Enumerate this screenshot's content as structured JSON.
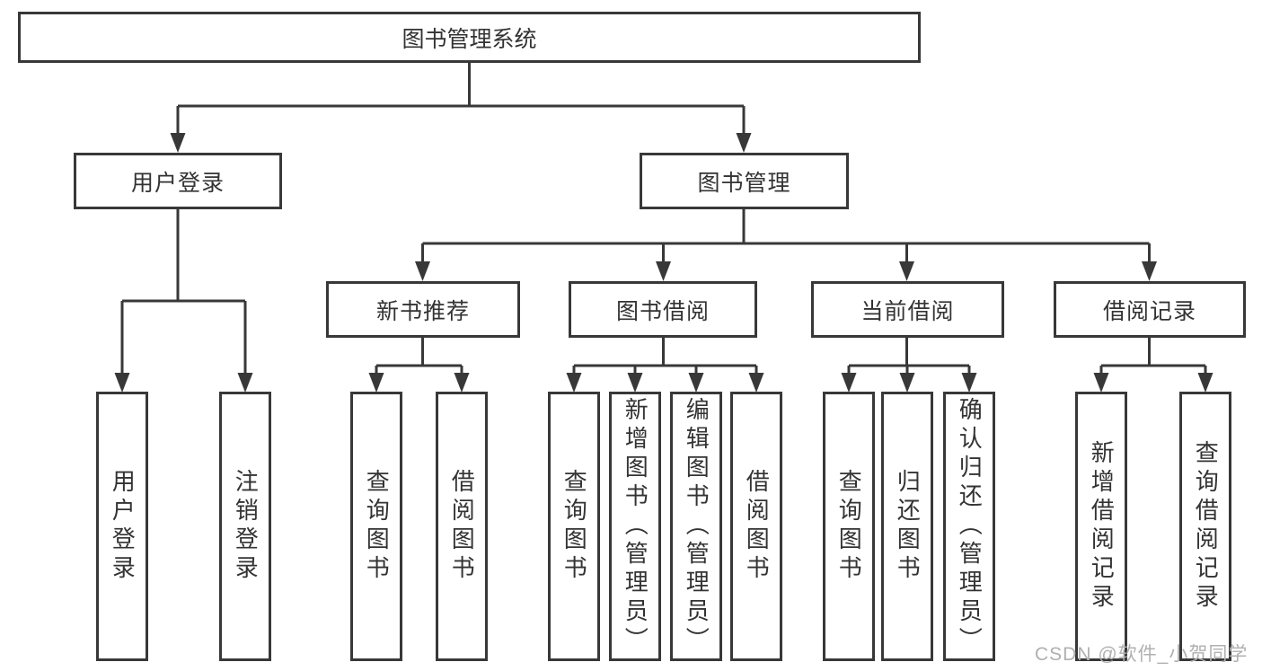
{
  "tree": {
    "root": "图书管理系统",
    "children": [
      {
        "label": "用户登录",
        "children": [
          {
            "label": "用户登录"
          },
          {
            "label": "注销登录"
          }
        ]
      },
      {
        "label": "图书管理",
        "children": [
          {
            "label": "新书推荐",
            "children": [
              {
                "label": "查询图书"
              },
              {
                "label": "借阅图书"
              }
            ]
          },
          {
            "label": "图书借阅",
            "children": [
              {
                "label": "查询图书"
              },
              {
                "label": "新增图书（管理员）"
              },
              {
                "label": "编辑图书（管理员）"
              },
              {
                "label": "借阅图书"
              }
            ]
          },
          {
            "label": "当前借阅",
            "children": [
              {
                "label": "查询图书"
              },
              {
                "label": "归还图书"
              },
              {
                "label": "确认归还（管理员）"
              }
            ]
          },
          {
            "label": "借阅记录",
            "children": [
              {
                "label": "新增借阅记录"
              },
              {
                "label": "查询借阅记录"
              }
            ]
          }
        ]
      }
    ]
  },
  "watermark": {
    "text": "CSDN @软件_小贺同学"
  },
  "colors": {
    "line": "#383838",
    "text": "#333333",
    "watermark": "#b0b0b0",
    "background": "#ffffff"
  }
}
